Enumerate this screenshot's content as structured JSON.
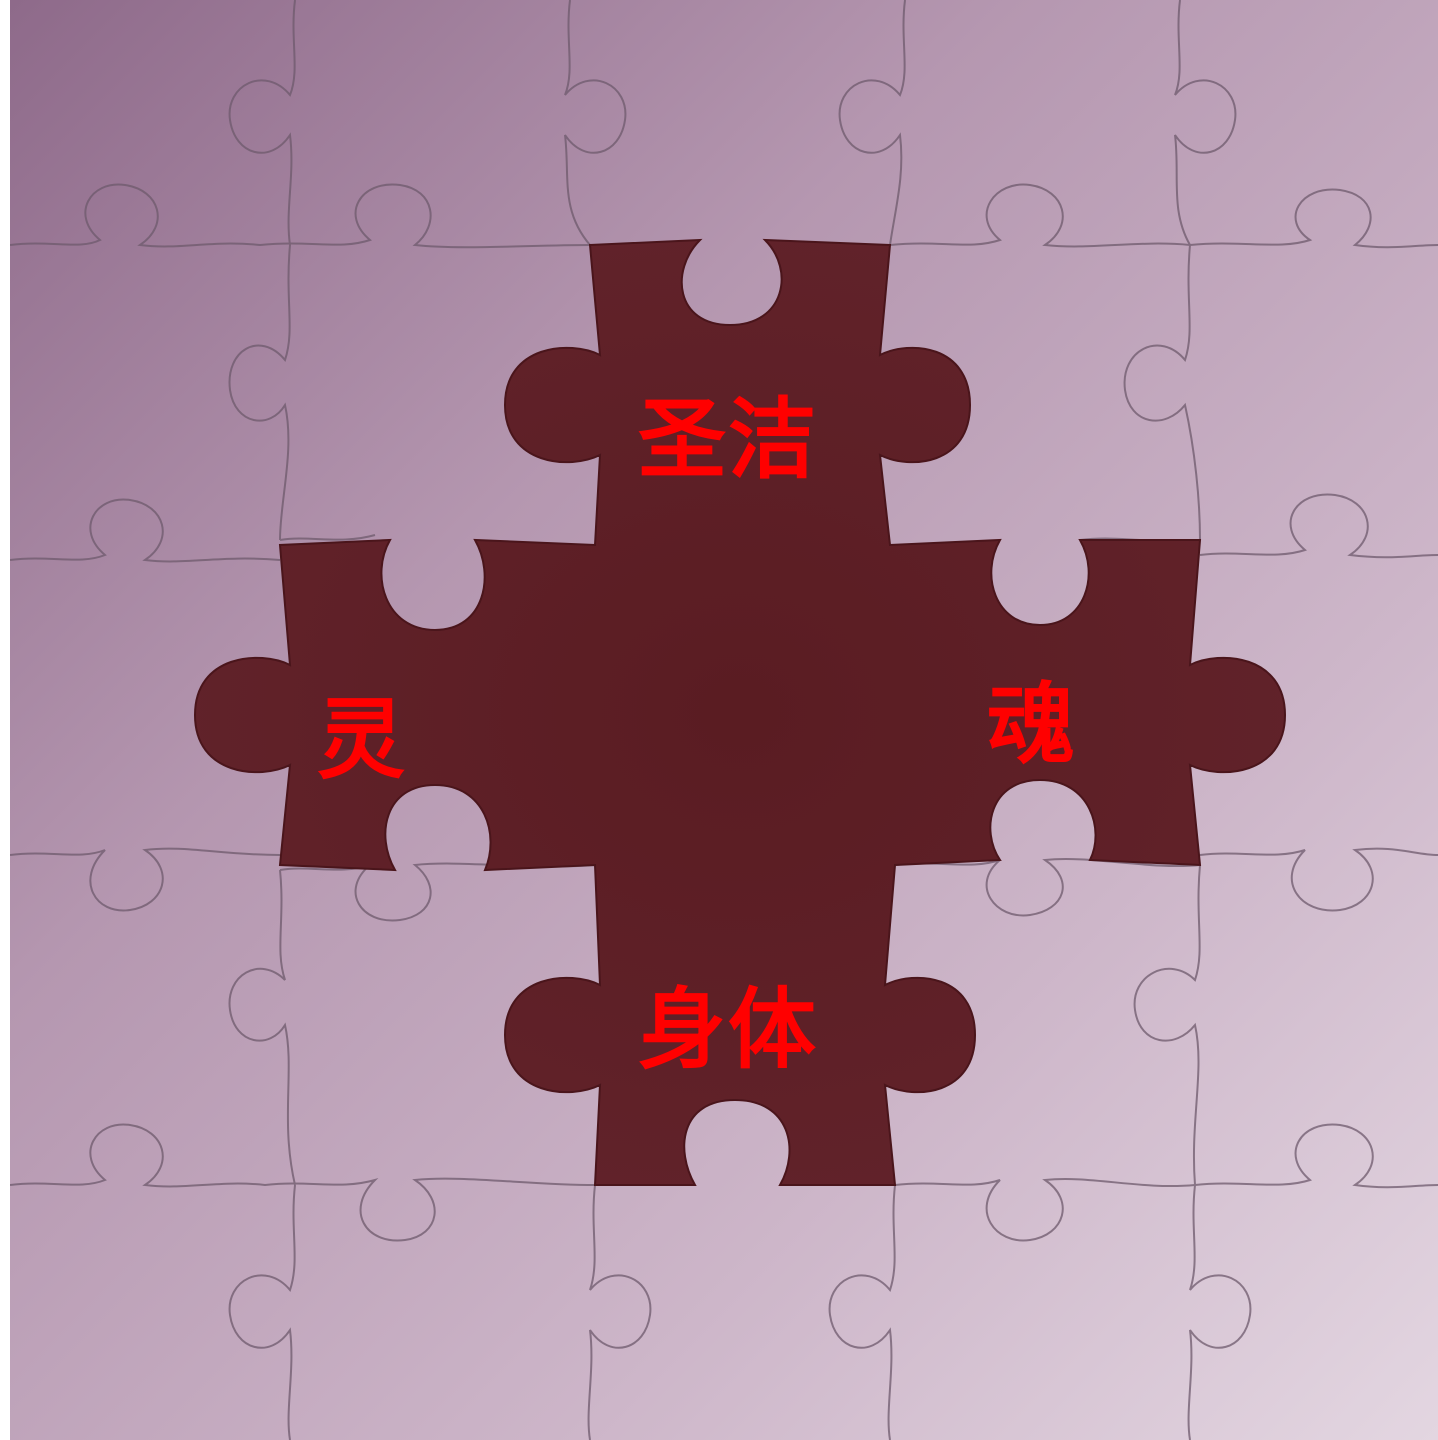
{
  "colors": {
    "background_light": "#d9c8d6",
    "background_dark": "#8f6c8b",
    "puzzle_line": "#6a5468",
    "cross_fill": "#5e1f26",
    "label_text": "#ff0000"
  },
  "labels": {
    "top": "圣洁",
    "left": "灵",
    "right": "魂",
    "bottom": "身体"
  }
}
